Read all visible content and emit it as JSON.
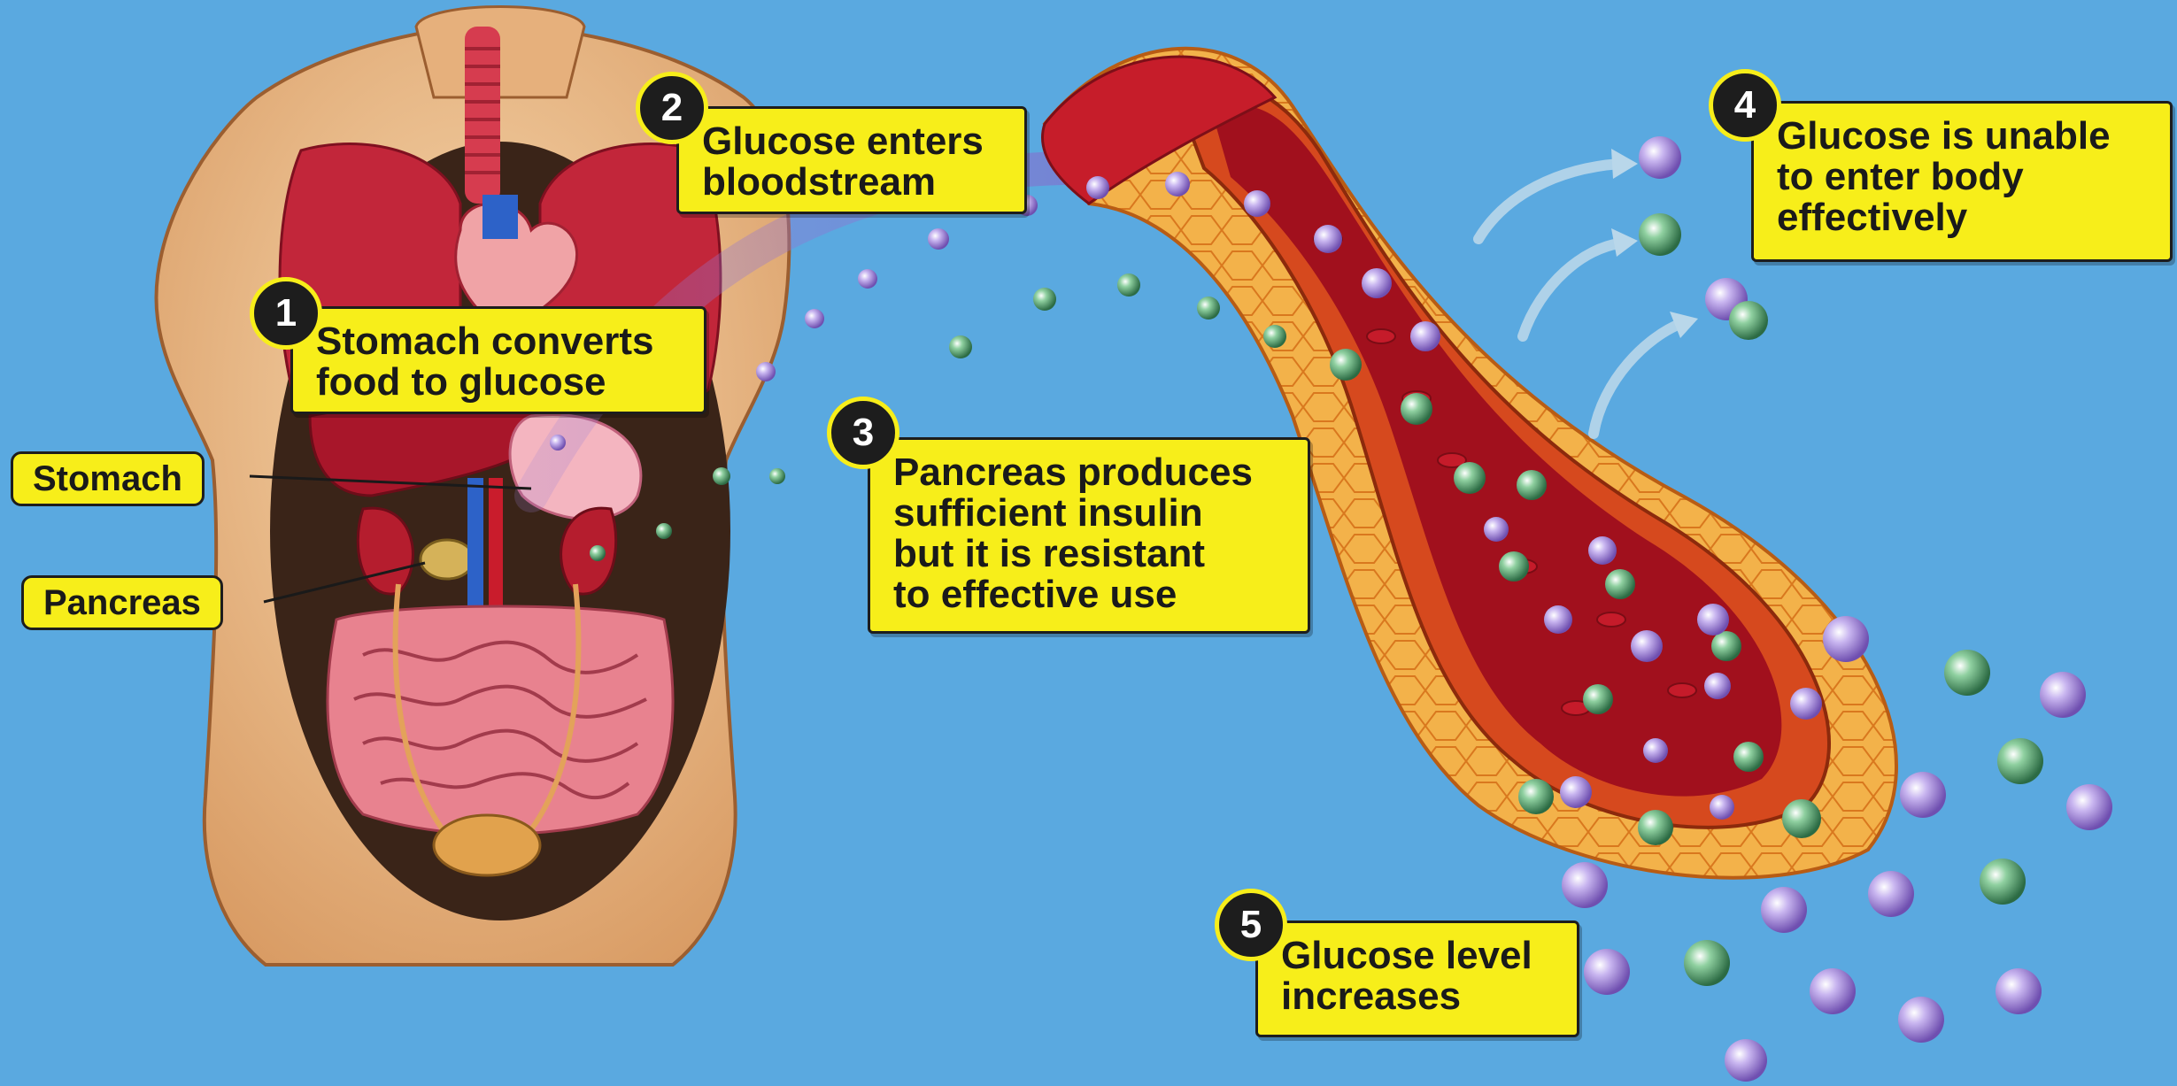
{
  "steps": [
    {
      "number": "1",
      "text": "Stomach converts\nfood to glucose"
    },
    {
      "number": "2",
      "text": "Glucose enters\nbloodstream"
    },
    {
      "number": "3",
      "text": "Pancreas produces\nsufficient insulin\nbut it is resistant\nto effective use"
    },
    {
      "number": "4",
      "text": "Glucose is unable\nto enter body\neffectively"
    },
    {
      "number": "5",
      "text": "Glucose level\nincreases"
    }
  ],
  "organ_labels": {
    "stomach": "Stomach",
    "pancreas": "Pancreas"
  },
  "colors": {
    "background": "#5aa9e0",
    "callout": "#f7ee1a",
    "badge": "#1d1d1d",
    "glucose_purple": "#9b7fd0",
    "glucose_green": "#3f8a5a",
    "blood": "#b3141f",
    "vessel_wall": "#f0a23a"
  }
}
